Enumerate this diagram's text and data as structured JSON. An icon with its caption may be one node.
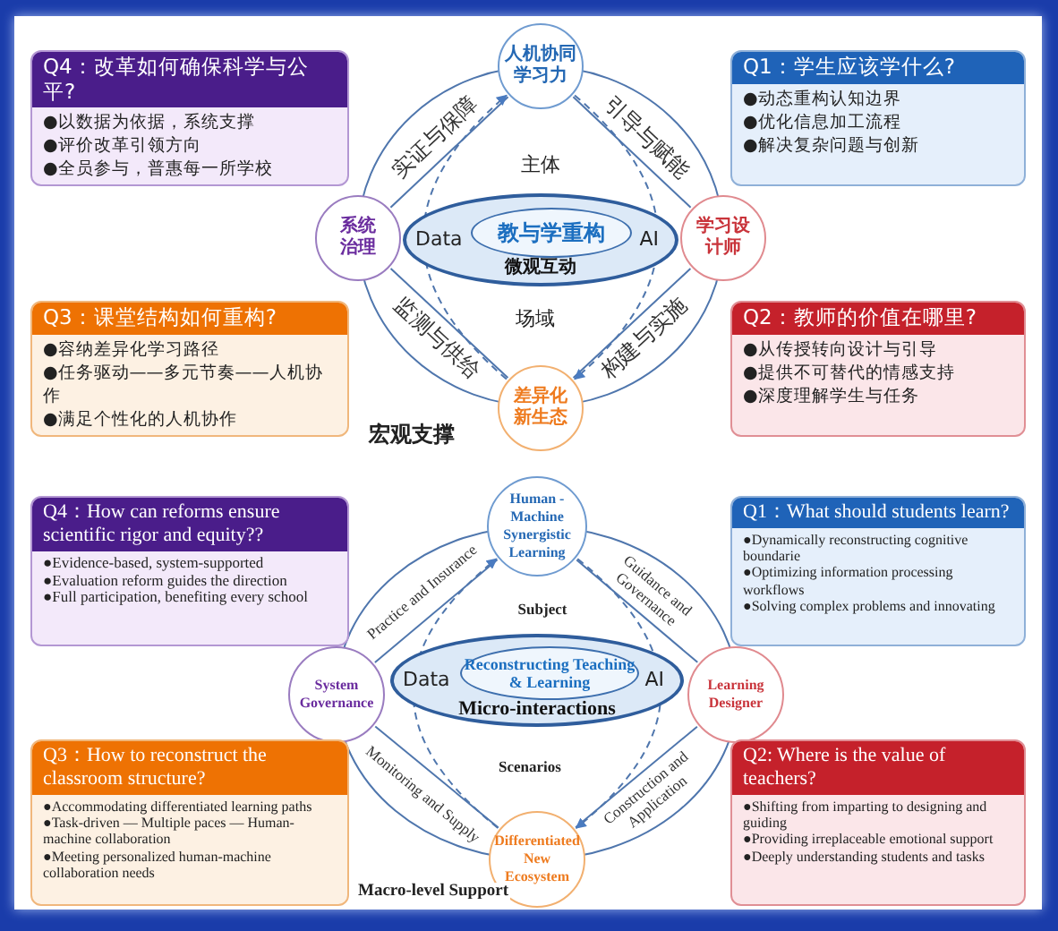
{
  "diagram": {
    "nodes": [
      {
        "text": [
          "Q4：改革如何确保科学与公平?",
          "●以数据为依据，系统支撑",
          "●评价改革引领方向",
          "●全员参与，普惠每一所学校"
        ]
      },
      {
        "text": [
          "Q1：学生应该学什么?",
          "●动态重构认知边界",
          "●优化信息加工流程",
          "●解决复杂问题与创新"
        ]
      },
      {
        "text": [
          "人机协同学习力"
        ]
      },
      {
        "text": [
          "系统治理"
        ]
      },
      {
        "text": [
          "学习设计师"
        ]
      },
      {
        "text": [
          "Data",
          "AI",
          "微观互动"
        ]
      },
      {
        "text": [
          "教与学重构"
        ],
        "in": 5
      },
      {
        "text": [
          "差异化新生态"
        ]
      },
      {
        "text": [
          "Q3：课堂结构如何重构?",
          "●容纳差异化学习路径",
          "●任务驱动——多元节奏——人机协作",
          "●满足个性化的人机协作"
        ]
      },
      {
        "text": [
          "Q2：教师的价值在哪里?",
          "●从传授转向设计与引导",
          "●提供不可替代的情感支持",
          "●深度理解学生与任务"
        ]
      },
      {
        "text": [
          "Q4：How can reforms ensure scientific rigor and equity??",
          "●Evidence-based, system-supported",
          "●Evaluation reform guides the direction",
          "●Full participation, benefiting every school"
        ]
      },
      {
        "text": [
          "Q1：What should students learn?",
          "●Dynamically reconstructing cognitive boundarie",
          "●Optimizing information processing workflows",
          "●Solving complex problems and innovating"
        ]
      },
      {
        "text": [
          "Human -Machine Synergistic Learning"
        ]
      },
      {
        "text": [
          "System Governance"
        ]
      },
      {
        "text": [
          "Learning Designer"
        ]
      },
      {
        "text": [
          "Data",
          "AI",
          "Micro-interactions"
        ]
      },
      {
        "text": [
          "Reconstructing Teaching & Learning"
        ],
        "in": 15
      },
      {
        "text": [
          "Differentiated New Ecosystem"
        ]
      },
      {
        "text": [
          "Q3：How to reconstruct the classroom structure?",
          "●Accommodating differentiated learning paths",
          "●Task-driven — Multiple paces — Human-machine collaboration",
          "●Meeting personalized human-machine collaboration needs"
        ]
      },
      {
        "text": [
          "Q2: Where is the value of teachers?",
          "●Shifting from imparting to designing and guiding",
          "●Providing irreplaceable emotional support",
          "●Deeply understanding students and tasks"
        ]
      }
    ],
    "edges": [
      {
        "from": 3,
        "to": 2,
        "arrow": "none",
        "label": "实证与保障"
      },
      {
        "from": 2,
        "to": 4,
        "arrow": "none",
        "label": "引导与赋能"
      },
      {
        "from": 7,
        "to": 4,
        "arrow": "none",
        "label": "构建与实施"
      },
      {
        "from": 3,
        "to": 7,
        "arrow": "none",
        "label": "监测与供给"
      },
      {
        "from": 7,
        "to": 2,
        "arrow": "to",
        "style": "dashed"
      },
      {
        "from": 2,
        "to": 7,
        "arrow": "to",
        "style": "dashed"
      },
      {
        "from": 13,
        "to": 12,
        "arrow": "none",
        "label": "Practice and Insurance"
      },
      {
        "from": 12,
        "to": 14,
        "arrow": "none",
        "label": "Guidance and Governance"
      },
      {
        "from": 17,
        "to": 14,
        "arrow": "none",
        "label": "Construction and Application"
      },
      {
        "from": 13,
        "to": 17,
        "arrow": "none",
        "label": "Monitoring and Supply"
      },
      {
        "from": 17,
        "to": 12,
        "arrow": "to",
        "style": "dashed"
      },
      {
        "from": 12,
        "to": 17,
        "arrow": "to",
        "style": "dashed"
      }
    ],
    "labels": [
      "主体",
      "场域",
      "宏观支撑",
      "Subject",
      "Scenarios",
      "Macro-level Support"
    ]
  }
}
